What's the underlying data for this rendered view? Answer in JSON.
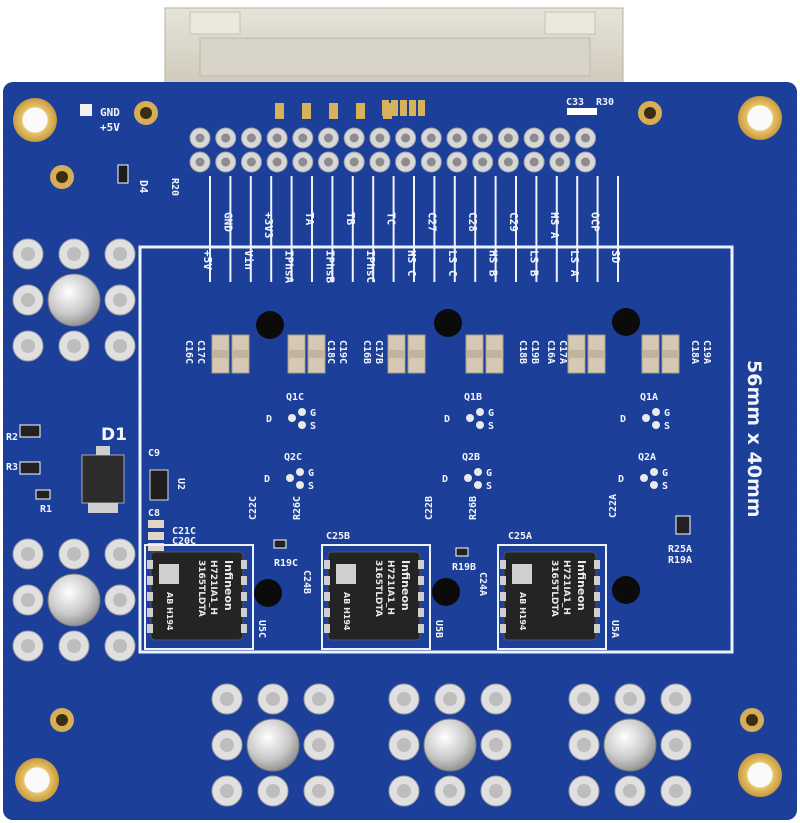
{
  "board": {
    "dimension_label": "56mm x 40mm",
    "colors": {
      "pcb": "#1c3f9a",
      "pcb_dark": "#16337f",
      "silk": "#f2f5fa",
      "gold": "#d8b25a",
      "pad": "#d9d9d9",
      "ic": "#262626"
    }
  },
  "top_labels": {
    "gnd": "GND",
    "plus5v": "+5V",
    "d4": "D4",
    "r20": "R20",
    "c33": "C33",
    "r30": "R30"
  },
  "header_labels": [
    "+5V",
    "GND",
    "Vin",
    "+3V3",
    "IPhsA",
    "TA",
    "IPhsB",
    "TB",
    "IPhsC",
    "TC",
    "HS C",
    "C27",
    "LS C",
    "C28",
    "HS B",
    "C29",
    "LS B",
    "HS A",
    "LS A",
    "OCP",
    "SD"
  ],
  "left_labels": {
    "d1": "D1",
    "r2": "R2",
    "r3": "R3",
    "r1": "R1",
    "c9": "C9",
    "u2": "U2",
    "c8": "C8",
    "c21c": "C21C",
    "c20c": "C20C"
  },
  "capacitor_labels": [
    "C16C",
    "C17C",
    "C18C",
    "C19C",
    "C16B",
    "C17B",
    "C18B",
    "C19B",
    "C16A",
    "C17A",
    "C18A",
    "C19A"
  ],
  "transistor_labels": [
    "Q1C",
    "Q2C",
    "Q1B",
    "Q2B",
    "Q1A",
    "Q2A"
  ],
  "pin_letters": {
    "d": "D",
    "g": "G",
    "s": "S"
  },
  "misc_labels": {
    "c22c": "C22C",
    "r26c": "R26C",
    "r19c": "R19C",
    "c25b": "C25B",
    "c24b": "C24B",
    "c22b": "C22B",
    "r26b": "R26B",
    "r19b": "R19B",
    "c25a": "C25A",
    "c24a": "C24A",
    "c22a": "C22A",
    "r25a": "R25A",
    "r19a": "R19A"
  },
  "ic_labels": [
    {
      "ref": "U5C",
      "brand": "Infineon",
      "code1": "H721IA1_H",
      "code2": "3165TLDTA",
      "code3": "AB H194"
    },
    {
      "ref": "U5B",
      "brand": "Infineon",
      "code1": "H721IA1_H",
      "code2": "3165TLDTA",
      "code3": "AB H194"
    },
    {
      "ref": "U5A",
      "brand": "Infineon",
      "code1": "H721IA1_H",
      "code2": "3165TLDTA",
      "code3": "AB H194"
    }
  ]
}
